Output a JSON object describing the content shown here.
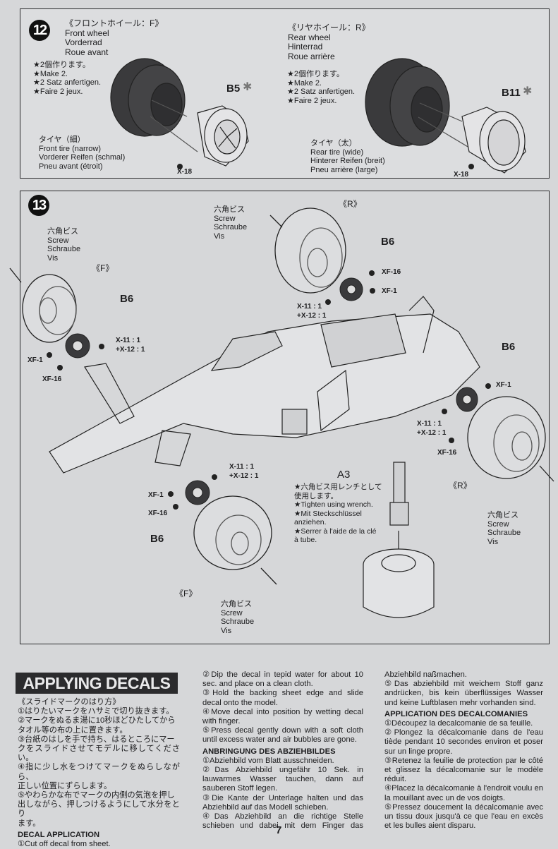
{
  "page_number": "7",
  "step12": {
    "number": "12",
    "front": {
      "title_jp": "《フロントホイール：F》",
      "title_en": "Front wheel",
      "title_de": "Vorderrad",
      "title_fr": "Roue avant",
      "notes": [
        "★2個作ります。",
        "★Make 2.",
        "★2 Satz anfertigen.",
        "★Faire 2 jeux."
      ],
      "tire_label": [
        "タイヤ（細）",
        "Front tire (narrow)",
        "Vorderer Reifen (schmal)",
        "Pneu avant (étroit)"
      ],
      "part": "B5",
      "paint": "X-18"
    },
    "rear": {
      "title_jp": "《リヤホイール：R》",
      "title_en": "Rear wheel",
      "title_de": "Hinterrad",
      "title_fr": "Roue arrière",
      "notes": [
        "★2個作ります。",
        "★Make 2.",
        "★2 Satz anfertigen.",
        "★Faire 2 jeux."
      ],
      "tire_label": [
        "タイヤ（太）",
        "Rear tire (wide)",
        "Hinterer Reifen (breit)",
        "Pneu arrière (large)"
      ],
      "part": "B11",
      "paint": "X-18"
    }
  },
  "step13": {
    "number": "13",
    "screw_label": [
      "六角ビス",
      "Screw",
      "Schraube",
      "Vis"
    ],
    "wheel_front": "《F》",
    "wheel_rear": "《R》",
    "hub_part": "B6",
    "paint_mix": [
      "X-11 : 1",
      "+X-12 : 1"
    ],
    "paint_xf1": "XF-1",
    "paint_xf16": "XF-16",
    "wrench_part": "A3",
    "wrench_notes": [
      "★六角ビス用レンチとして",
      "使用します。",
      "★Tighten using wrench.",
      "★Mit Steckschlüssel",
      "anziehen.",
      "★Serrer à l'aide de la clé",
      "à tube."
    ]
  },
  "decals": {
    "title": "APPLYING DECALS",
    "jp_heading": "《スライドマークのはり方》",
    "jp_steps": [
      "①はりたいマークをハサミで切り抜きます。",
      "②マークをぬるま湯に10秒ほどひたしてから",
      "タオル等の布の上に置きます。",
      "③台紙のはしを手で持ち、はるところにマー",
      "クをスライドさせてモデルに移してください。",
      "④指に少し水をつけてマークをぬらしながら、",
      "正しい位置にずらします。",
      "⑤やわらかな布でマークの内側の気泡を押し",
      "出しながら、押しつけるようにして水分をとり",
      "ます。"
    ],
    "en_heading": "DECAL APPLICATION",
    "en_steps": [
      "①Cut off decal from sheet.",
      "②Dip the decal in tepid water for about 10 sec. and place on a clean cloth.",
      "③Hold the backing sheet edge and slide decal onto the model.",
      "④Move decal into position by wetting decal with finger.",
      "⑤Press decal gently down with a soft cloth until excess water and air bubbles are gone."
    ],
    "de_heading": "ANBRINGUNG DES ABZIEHBILDES",
    "de_steps": [
      "①Abziehbild vom Blatt ausschneiden.",
      "②Das Abziehbild ungefähr 10 Sek. in lauwarmes Wasser tauchen, dann auf sauberen Stoff legen.",
      "③Die Kante der Unterlage halten und das Abziehbild auf das Modell schieben.",
      "④Das Abziehbild an die richtige Stelle schieben und dabei mit dem Finger das Abziehbild naßmachen.",
      "⑤Das abziehbild mit weichem Stoff ganz andrücken, bis kein überflüssiges Wasser und keine Luftblasen mehr vorhanden sind."
    ],
    "fr_heading": "APPLICATION DES DECALCOMANIES",
    "fr_steps": [
      "①Découpez la decalcomanie de sa feuille.",
      "②Plongez la décalcomanie dans de l'eau tiède pendant 10 secondes environ et poser sur un linge propre.",
      "③Retenez la feuilie de protection par le côté et glissez la décalcomanie sur le modèle réduit.",
      "④Placez la décalcomanie à l'endroit voulu en la mouillant avec un de vos doigts.",
      "⑤Pressez doucement la décalcomanie avec un tissu doux jusqu'à ce que l'eau en excès et les bulles aient disparu."
    ]
  }
}
